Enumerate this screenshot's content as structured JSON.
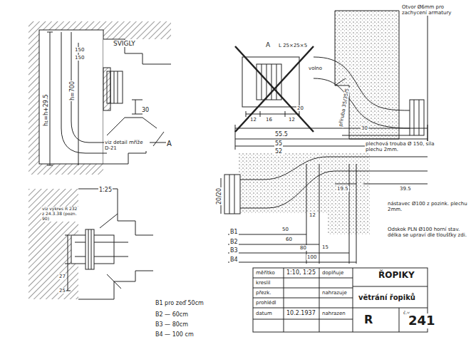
{
  "diagram": {
    "labels": [
      "SVIGLY",
      "h₁=h+29.5",
      "h=700",
      "150",
      "150",
      "30",
      "A",
      "viz detail mříže D-21",
      "1:25",
      "A",
      "L 25×25×5",
      "12",
      "16",
      "12",
      "20",
      "Otvor Ø6mm pro zachycení armatury",
      "volno",
      "příruba 35/35/5",
      "plechová trouba Ø 150, síla plechu 2mm.",
      "30",
      "55.5",
      "55",
      "52",
      "20/20",
      "19.5",
      "39.5",
      "nástavec Ø100 z pozink. plechu 2mm.",
      "Odskok PLN Ø100 horní stav. délka se upraví dle tloušťky zdi.",
      "B1",
      "50",
      "B2",
      "60",
      "B3",
      "80",
      "B4",
      "100",
      "12",
      "15",
      "viz výkres R 232 z 24.3.38 (pozn. 90)",
      "27",
      "25",
      "B1 pro zeď 50cm",
      "B2 — 60cm",
      "B3 — 80cm",
      "B4 — 100 cm",
      "měřítko",
      "1:10, 1:25",
      "doplňuje",
      "kreslil",
      "přezk.",
      "nahrazuje",
      "prohlédl",
      "datum",
      "10.2.1937",
      "nahrazen",
      "ŘOPIKY",
      "větrání řopiků",
      "R",
      "č.v.",
      "241"
    ]
  }
}
